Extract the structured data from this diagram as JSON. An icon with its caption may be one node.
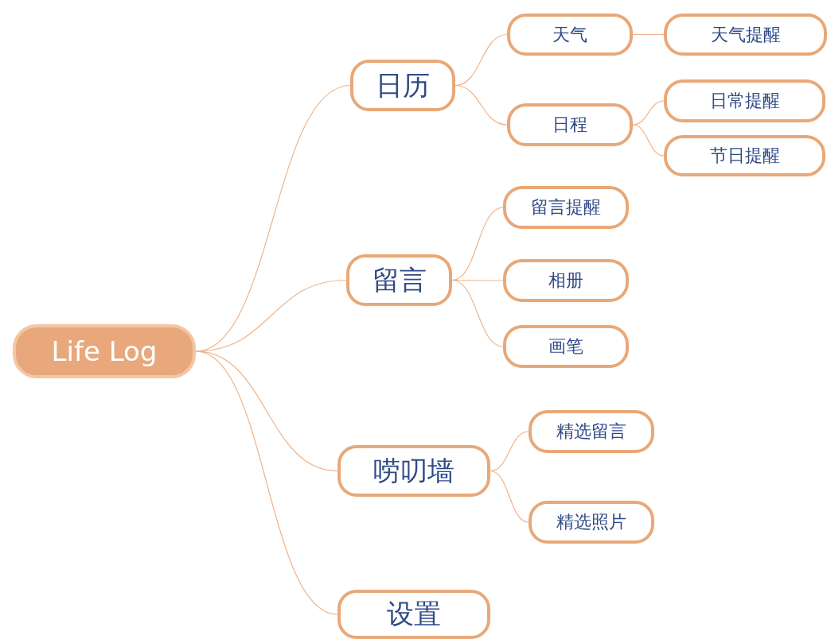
{
  "diagram": {
    "nodes": [
      {
        "text": [
          "Life Log"
        ]
      },
      {
        "text": [
          "日历"
        ]
      },
      {
        "text": [
          "天气"
        ]
      },
      {
        "text": [
          "天气提醒"
        ]
      },
      {
        "text": [
          "日程"
        ]
      },
      {
        "text": [
          "日常提醒"
        ]
      },
      {
        "text": [
          "节日提醒"
        ]
      },
      {
        "text": [
          "留言"
        ]
      },
      {
        "text": [
          "留言提醒"
        ]
      },
      {
        "text": [
          "相册"
        ]
      },
      {
        "text": [
          "画笔"
        ]
      },
      {
        "text": [
          "唠叨墙"
        ]
      },
      {
        "text": [
          "精选留言"
        ]
      },
      {
        "text": [
          "精选照片"
        ]
      },
      {
        "text": [
          "设置"
        ]
      }
    ],
    "edges": [
      {
        "from": 0,
        "to": 1,
        "arrow": "none"
      },
      {
        "from": 1,
        "to": 2,
        "arrow": "none"
      },
      {
        "from": 2,
        "to": 3,
        "arrow": "none"
      },
      {
        "from": 1,
        "to": 4,
        "arrow": "none"
      },
      {
        "from": 4,
        "to": 5,
        "arrow": "none"
      },
      {
        "from": 4,
        "to": 6,
        "arrow": "none"
      },
      {
        "from": 0,
        "to": 7,
        "arrow": "none"
      },
      {
        "from": 7,
        "to": 8,
        "arrow": "none"
      },
      {
        "from": 7,
        "to": 9,
        "arrow": "none"
      },
      {
        "from": 7,
        "to": 10,
        "arrow": "none"
      },
      {
        "from": 0,
        "to": 11,
        "arrow": "none"
      },
      {
        "from": 11,
        "to": 12,
        "arrow": "none"
      },
      {
        "from": 11,
        "to": 13,
        "arrow": "none"
      },
      {
        "from": 0,
        "to": 14,
        "arrow": "none"
      }
    ]
  }
}
